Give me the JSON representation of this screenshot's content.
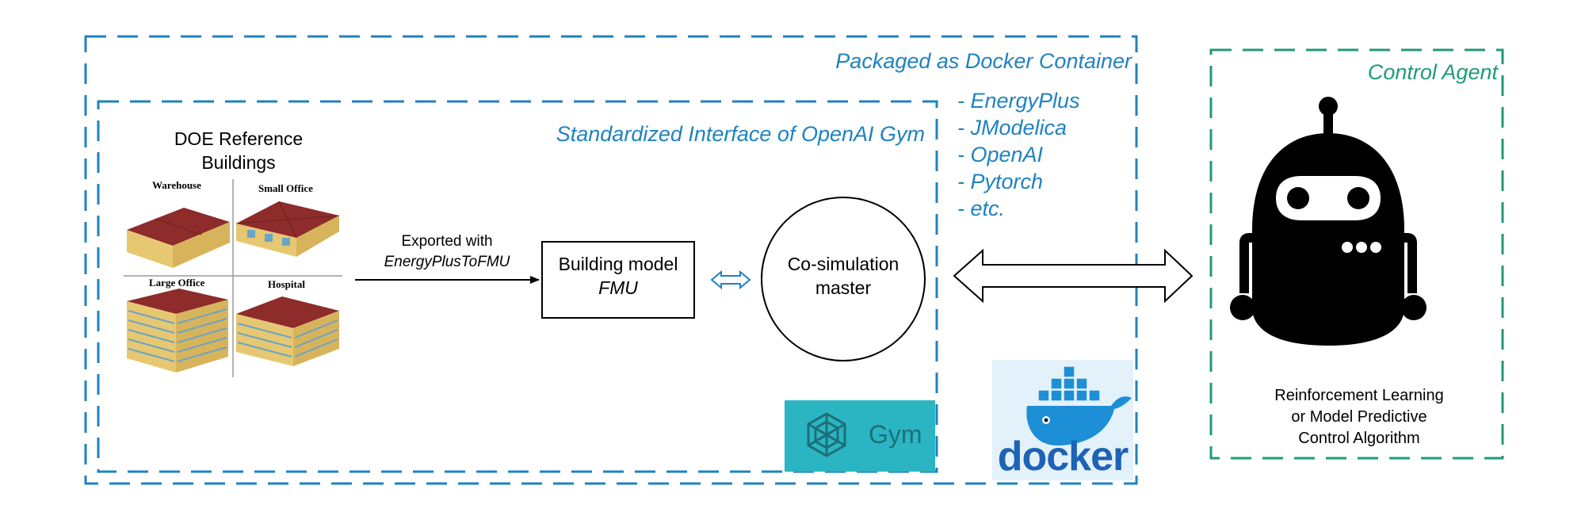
{
  "colors": {
    "container_blue": "#1f82c0",
    "agent_green": "#1f9a78",
    "gym_teal": "#2bb5c2",
    "docker_bg": "#e3f1fb",
    "docker_blue": "#1d63b6",
    "roof_red": "#8e2b2b",
    "wall_yellow": "#e8cf7c",
    "robot_black": "#000000"
  },
  "container": {
    "title": "Packaged as Docker Container",
    "tools": [
      "- EnergyPlus",
      "- JModelica",
      "- OpenAI",
      "- Pytorch",
      "- etc."
    ]
  },
  "gym_box": {
    "title": "Standardized Interface of OpenAI Gym",
    "logo_text": "Gym"
  },
  "doe": {
    "title_line1": "DOE Reference",
    "title_line2": "Buildings",
    "images": [
      {
        "label": "Warehouse",
        "icon": "warehouse-building"
      },
      {
        "label": "Small Office",
        "icon": "small-office-building"
      },
      {
        "label": "Large Office",
        "icon": "large-office-building"
      },
      {
        "label": "Hospital",
        "icon": "hospital-building"
      }
    ]
  },
  "export_arrow": {
    "line1": "Exported with",
    "line2": "EnergyPlusToFMU"
  },
  "building_model": {
    "line1": "Building model",
    "line2": "FMU"
  },
  "cosim": {
    "line1": "Co-simulation",
    "line2": "master"
  },
  "docker_logo": {
    "text": "docker",
    "icon": "docker-whale-icon"
  },
  "agent": {
    "title": "Control Agent",
    "icon": "robot-icon",
    "desc": [
      "Reinforcement Learning",
      "or Model Predictive",
      "Control Algorithm"
    ]
  }
}
